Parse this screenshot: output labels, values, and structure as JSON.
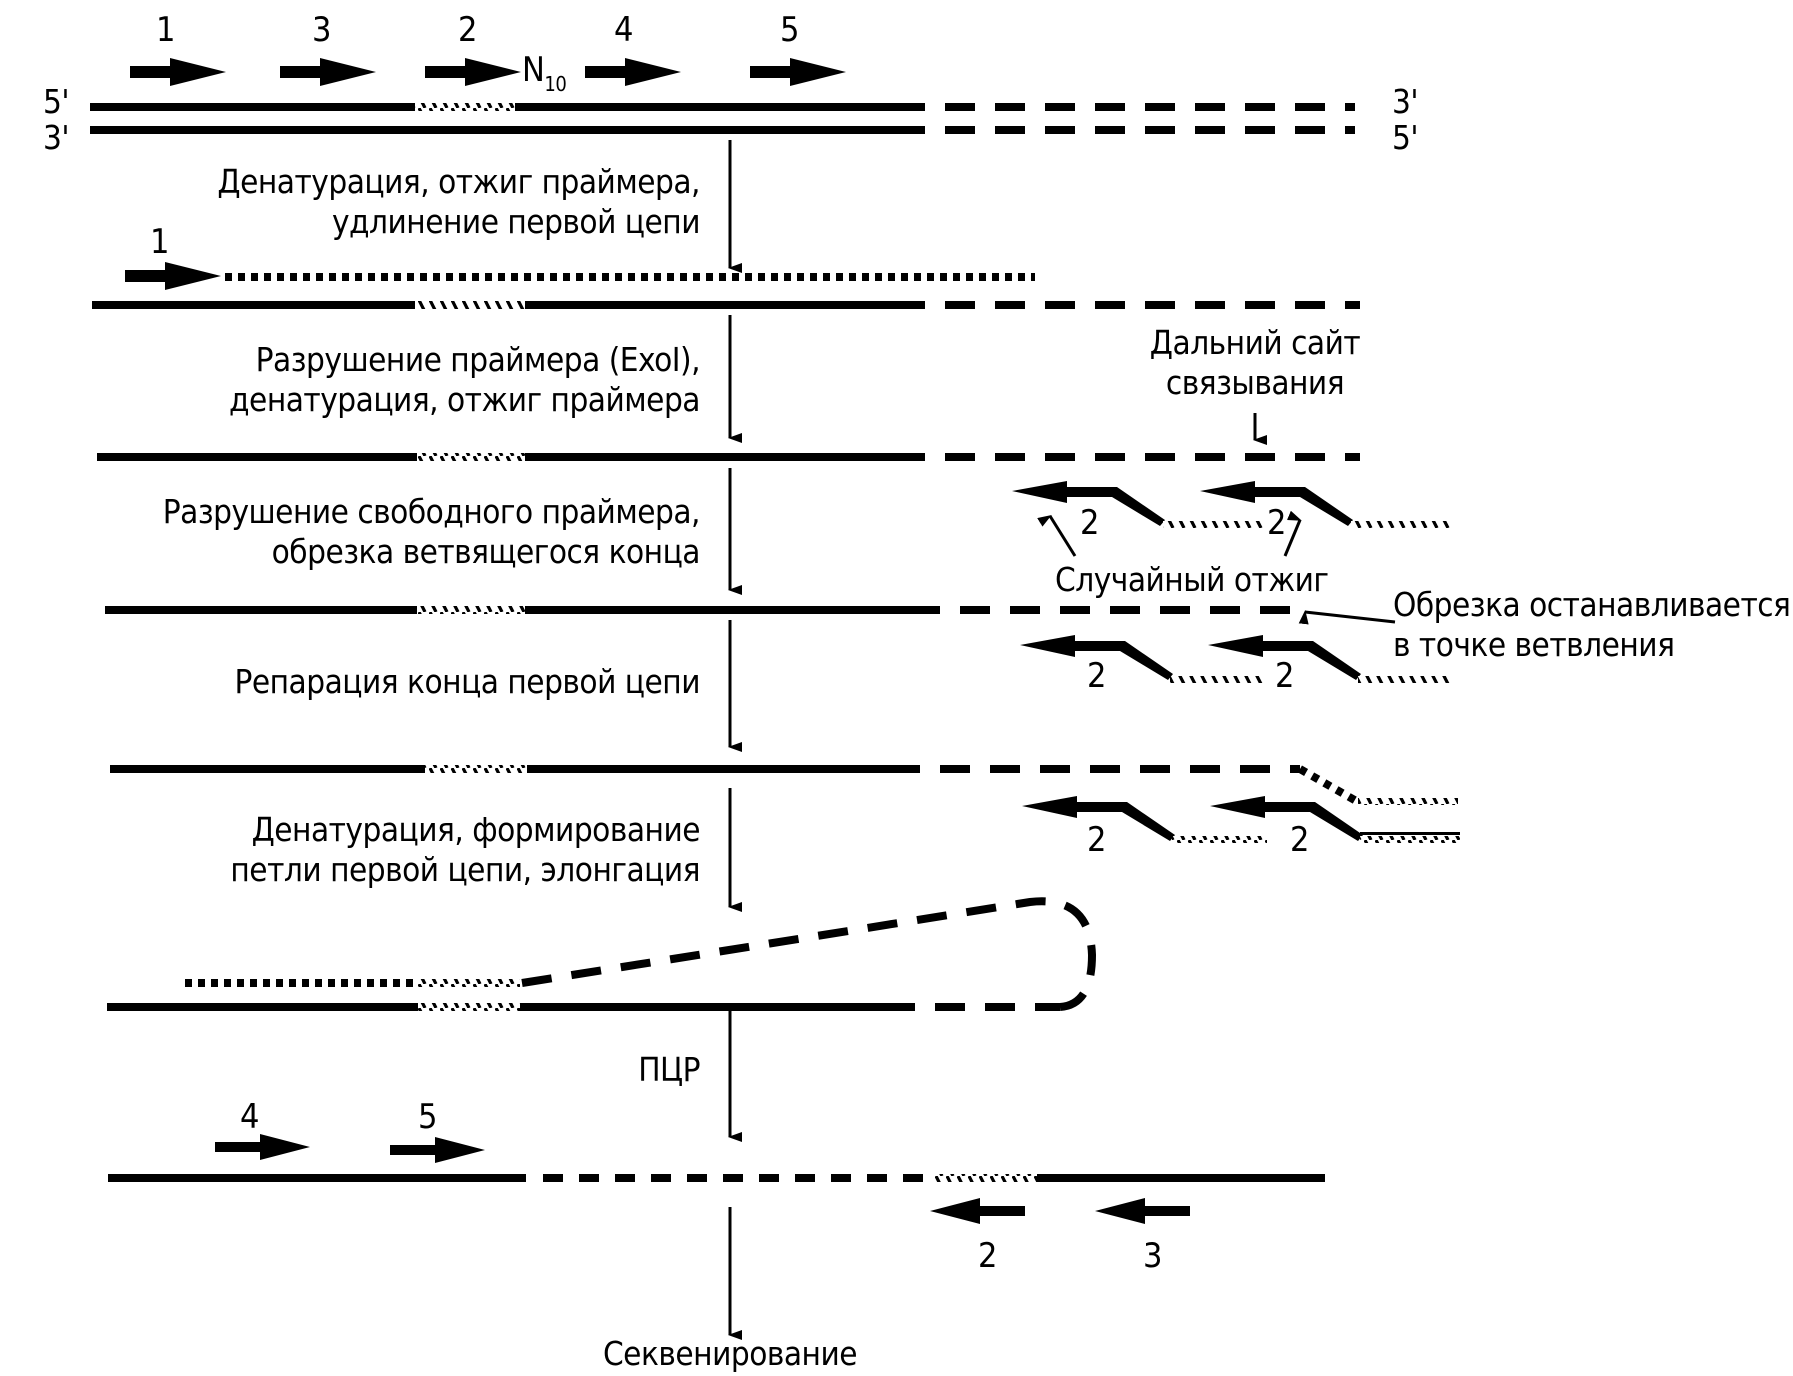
{
  "figure": {
    "ends": {
      "top_left_5": "5'",
      "top_left_3": "3'",
      "top_right_3": "3'",
      "top_right_5": "5'"
    },
    "primers_top": [
      "1",
      "3",
      "2",
      "4",
      "5"
    ],
    "n10_label": "N",
    "n10_sub": "10",
    "steps": [
      {
        "line1": "Денатурация, отжиг праймера,",
        "line2": "удлинение первой цепи"
      },
      {
        "line1": "Разрушение праймера (ExoI),",
        "line2": "денатурация, отжиг праймера"
      },
      {
        "line1": "Разрушение свободного праймера,",
        "line2": "обрезка ветвящегося конца"
      },
      {
        "line1": "Репарация конца первой цепи",
        "line2": ""
      },
      {
        "line1": "Денатурация, формирование",
        "line2": "петли первой цепи, элонгация"
      },
      {
        "line1": "ПЦР",
        "line2": ""
      }
    ],
    "primer1_label": "1",
    "far_site": {
      "line1": "Дальний сайт",
      "line2": "связывания"
    },
    "random_annealing": "Случайный отжиг",
    "trim_stop": {
      "line1": "Обрезка останавливается",
      "line2": "в точке ветвления"
    },
    "primer2_label": "2",
    "pcr_primers": {
      "left": [
        "4",
        "5"
      ],
      "right": [
        "2",
        "3"
      ]
    },
    "final": "Секвенирование"
  }
}
